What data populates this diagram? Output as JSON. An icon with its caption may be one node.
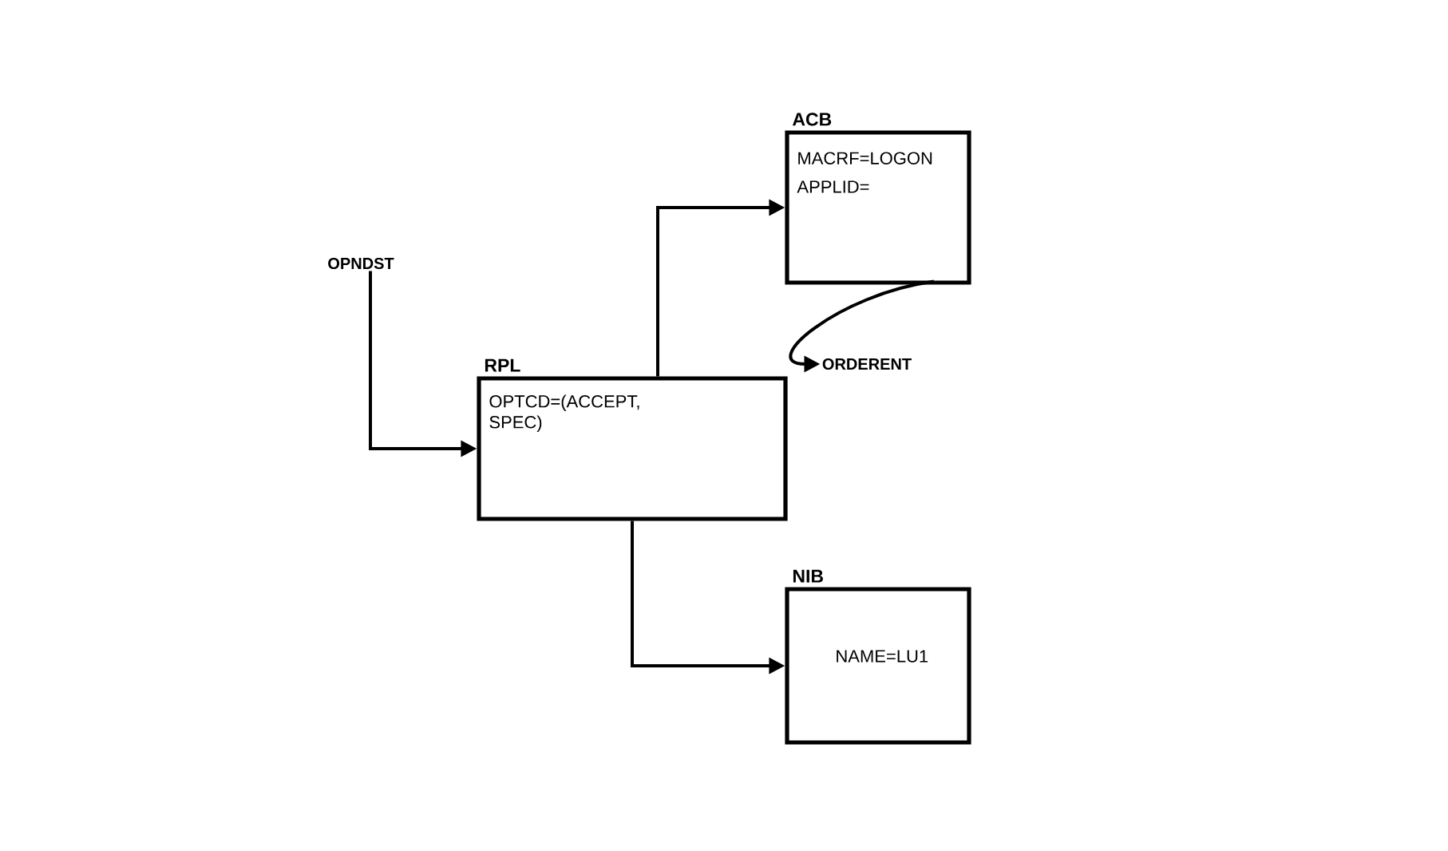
{
  "diagram": {
    "nodes": [
      {
        "text": [
          "OPNDST"
        ]
      },
      {
        "text": [
          "RPL",
          "OPTCD=(ACCEPT, SPEC)"
        ]
      },
      {
        "text": [
          "ACB",
          "MACRF=LOGON",
          "APPLID="
        ]
      },
      {
        "text": [
          "ORDERENT"
        ]
      },
      {
        "text": [
          "NIB",
          "NAME=LU1"
        ]
      }
    ],
    "edges": [
      {
        "from": 0,
        "to": 1,
        "arrow": "to"
      },
      {
        "from": 1,
        "to": 2,
        "arrow": "to"
      },
      {
        "from": 2,
        "to": 3,
        "arrow": "to"
      },
      {
        "from": 1,
        "to": 4,
        "arrow": "to"
      }
    ]
  }
}
